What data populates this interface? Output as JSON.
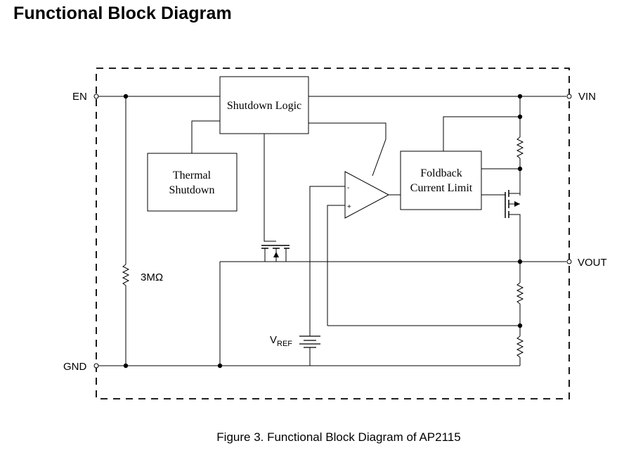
{
  "title": "Functional Block Diagram",
  "caption": "Figure 3. Functional Block Diagram of AP2115",
  "pins": {
    "en": "EN",
    "vin": "VIN",
    "vout": "VOUT",
    "gnd": "GND"
  },
  "blocks": {
    "shutdown_logic": "Shutdown Logic",
    "thermal_line1": "Thermal",
    "thermal_line2": "Shutdown",
    "foldback_line1": "Foldback",
    "foldback_line2": "Current Limit"
  },
  "components": {
    "pulldown_resistor": "3MΩ",
    "vref_main": "V",
    "vref_sub": "REF",
    "amp_minus": "-",
    "amp_plus": "+"
  }
}
